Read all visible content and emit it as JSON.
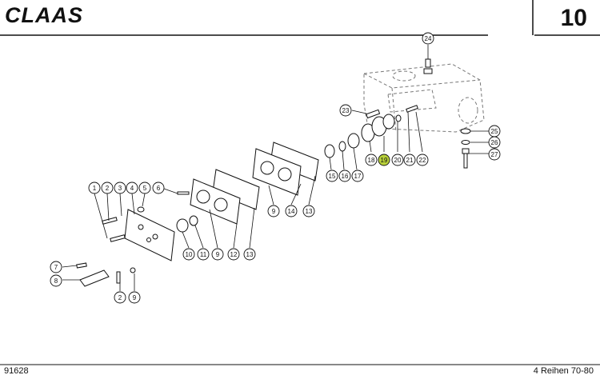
{
  "header": {
    "brand": "CLAAS",
    "page_number": "10"
  },
  "footer": {
    "drawing_code": "91628",
    "note": "4 Reihen  70-80"
  },
  "callouts": [
    "24",
    "23",
    "25",
    "26",
    "27",
    "19",
    "18",
    "20",
    "21",
    "22",
    "15",
    "16",
    "17",
    "14",
    "13",
    "9",
    "1",
    "2",
    "3",
    "4",
    "5",
    "6",
    "10",
    "11",
    "12",
    "7",
    "8"
  ],
  "highlighted_callout": "19",
  "colors": {
    "highlight": "#b9d13a",
    "line": "#111111"
  }
}
